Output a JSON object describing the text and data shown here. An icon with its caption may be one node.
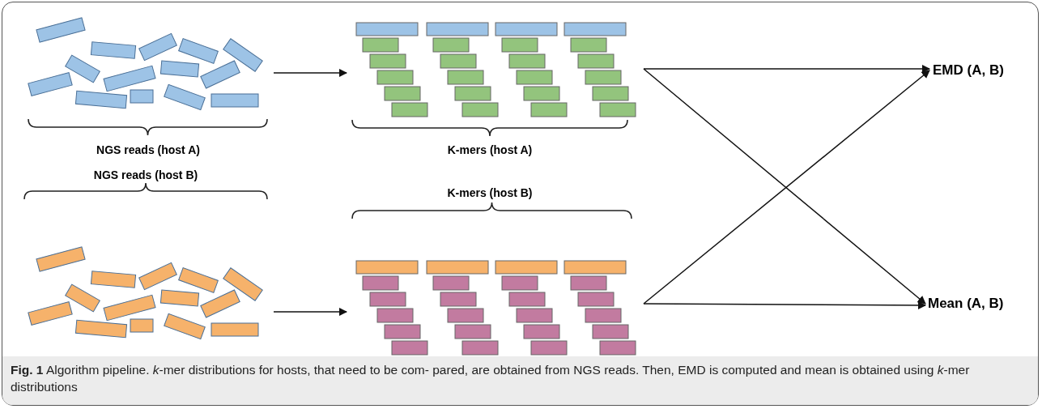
{
  "diagram": {
    "caption": "**Fig. 1** Algorithm pipeline. *k*-mer distributions for hosts, that need to be com- pared, are obtained from NGS reads. Then, EMD is computed and mean is obtained using *k*-mer distributions",
    "nodes": [
      {
        "text": [
          "NGS reads (host A)"
        ]
      },
      {
        "text": [
          "K-mers (host A)"
        ]
      },
      {
        "text": [
          "EMD (A, B)"
        ]
      },
      {
        "text": [
          "NGS reads (host B)"
        ]
      },
      {
        "text": [
          "K-mers (host B)"
        ]
      },
      {
        "text": [
          "Mean (A, B)"
        ]
      }
    ],
    "edges": [
      {
        "from": 0,
        "to": 1,
        "arrow": "to"
      },
      {
        "from": 1,
        "to": 2,
        "arrow": "to"
      },
      {
        "from": 1,
        "to": 5,
        "arrow": "to"
      },
      {
        "from": 3,
        "to": 4,
        "arrow": "to"
      },
      {
        "from": 4,
        "to": 2,
        "arrow": "to"
      },
      {
        "from": 4,
        "to": 5,
        "arrow": "to"
      }
    ]
  }
}
